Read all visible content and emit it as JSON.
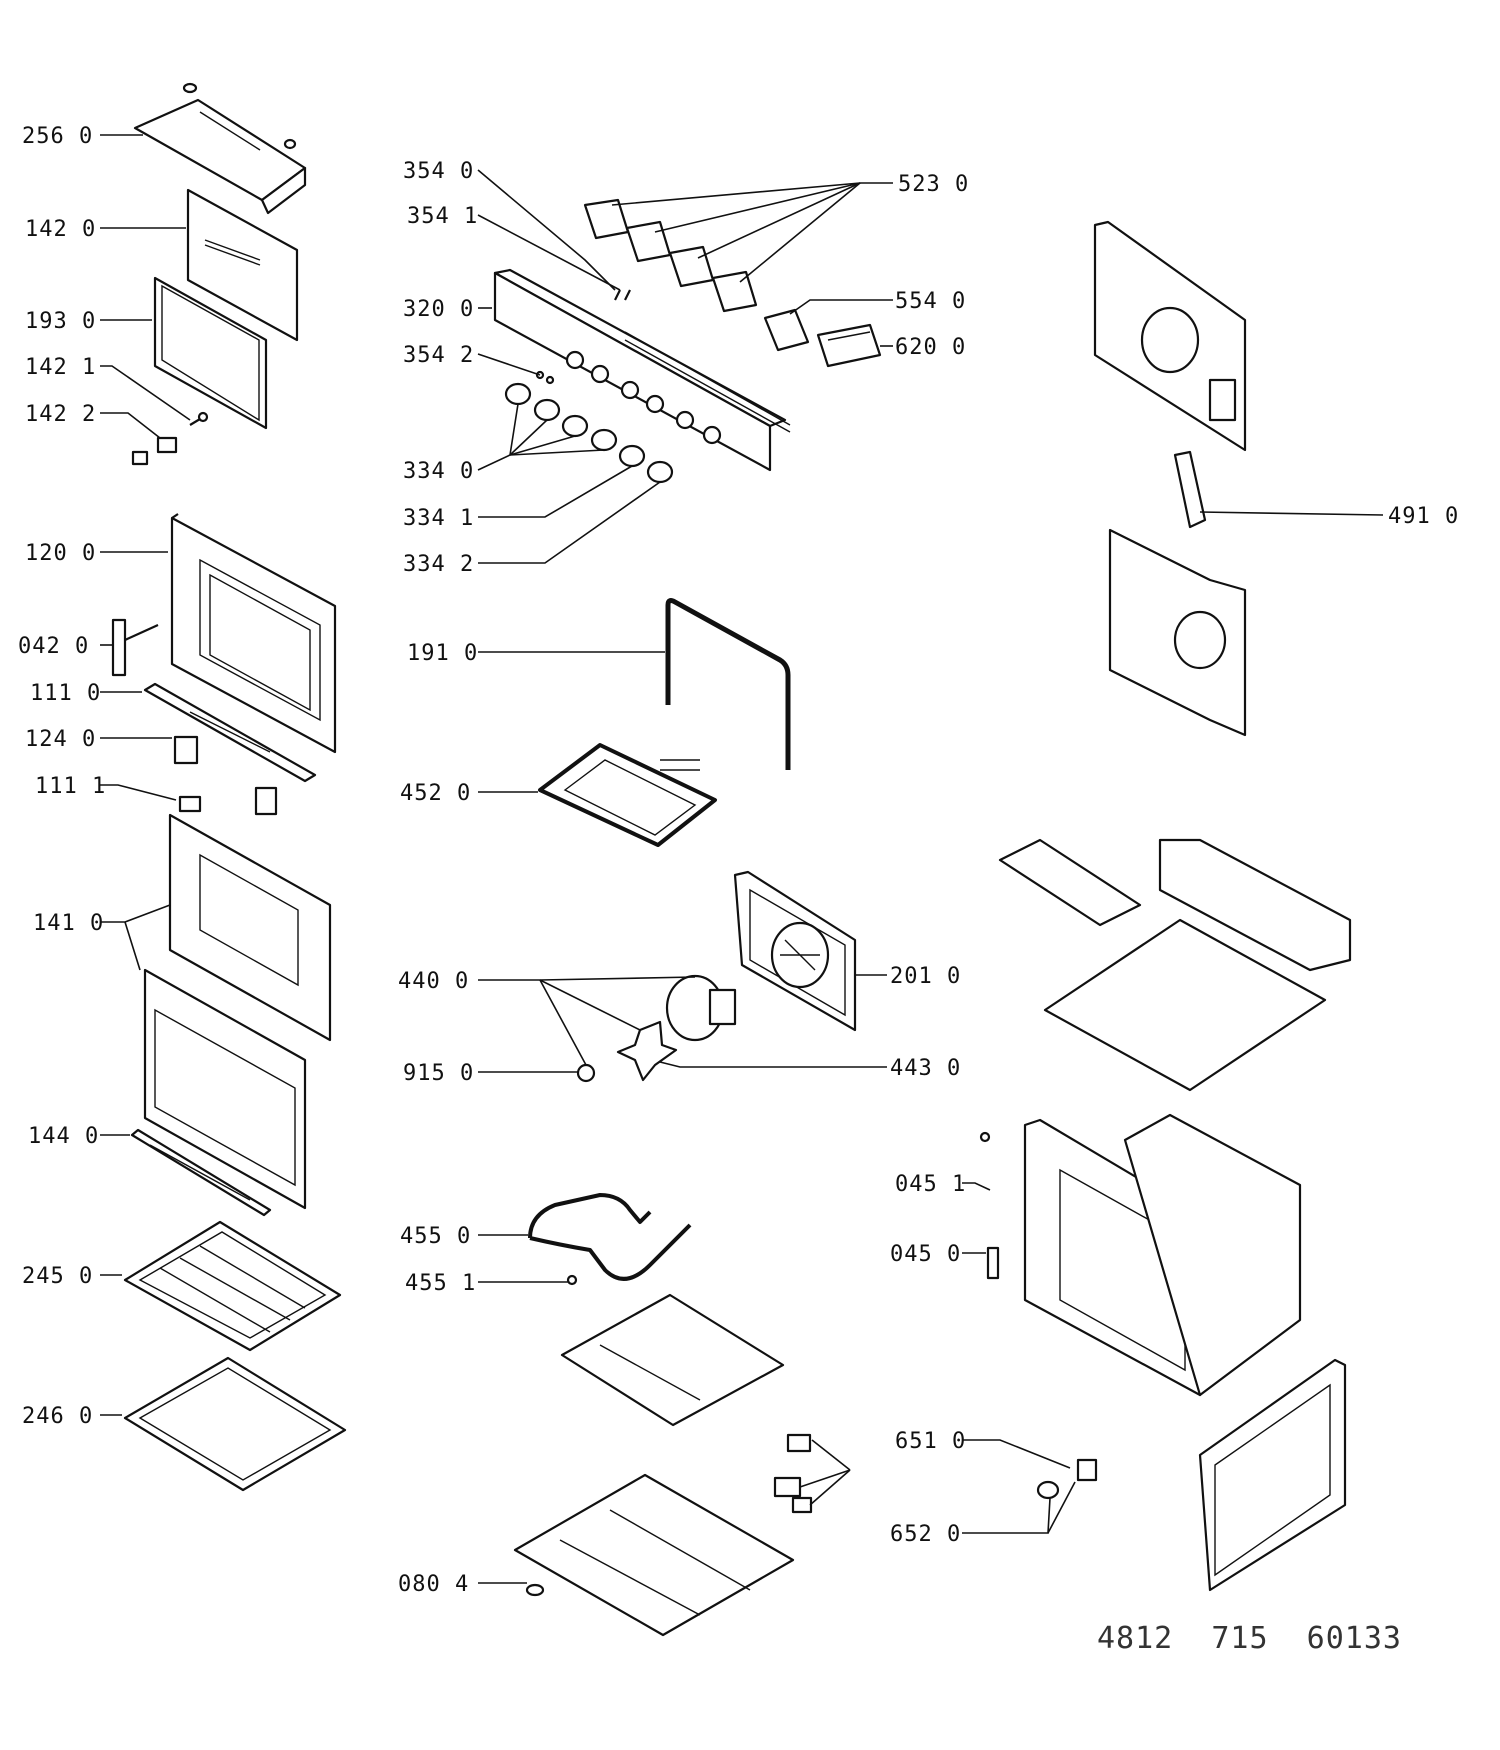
{
  "document_number": "4812  715  60133",
  "labels": {
    "p256_0": "256  0",
    "p142_0": "142  0",
    "p193_0": "193  0",
    "p142_1": "142  1",
    "p142_2": "142  2",
    "p120_0": "120  0",
    "p042_0": "042  0",
    "p111_0": "111  0",
    "p124_0": "124  0",
    "p111_1": "111  1",
    "p141_0": "141  0",
    "p144_0": "144  0",
    "p245_0": "245  0",
    "p246_0": "246  0",
    "p354_0": "354  0",
    "p354_1": "354  1",
    "p320_0": "320  0",
    "p354_2": "354  2",
    "p334_0": "334  0",
    "p334_1": "334  1",
    "p334_2": "334  2",
    "p191_0": "191  0",
    "p452_0": "452  0",
    "p440_0": "440  0",
    "p915_0": "915  0",
    "p455_0": "455  0",
    "p455_1": "455  1",
    "p080_4": "080  4",
    "p523_0": "523  0",
    "p554_0": "554  0",
    "p620_0": "620  0",
    "p491_0": "491  0",
    "p201_0": "201  0",
    "p443_0": "443  0",
    "p045_1": "045  1",
    "p045_0": "045  0",
    "p651_0": "651  0",
    "p652_0": "652  0"
  }
}
